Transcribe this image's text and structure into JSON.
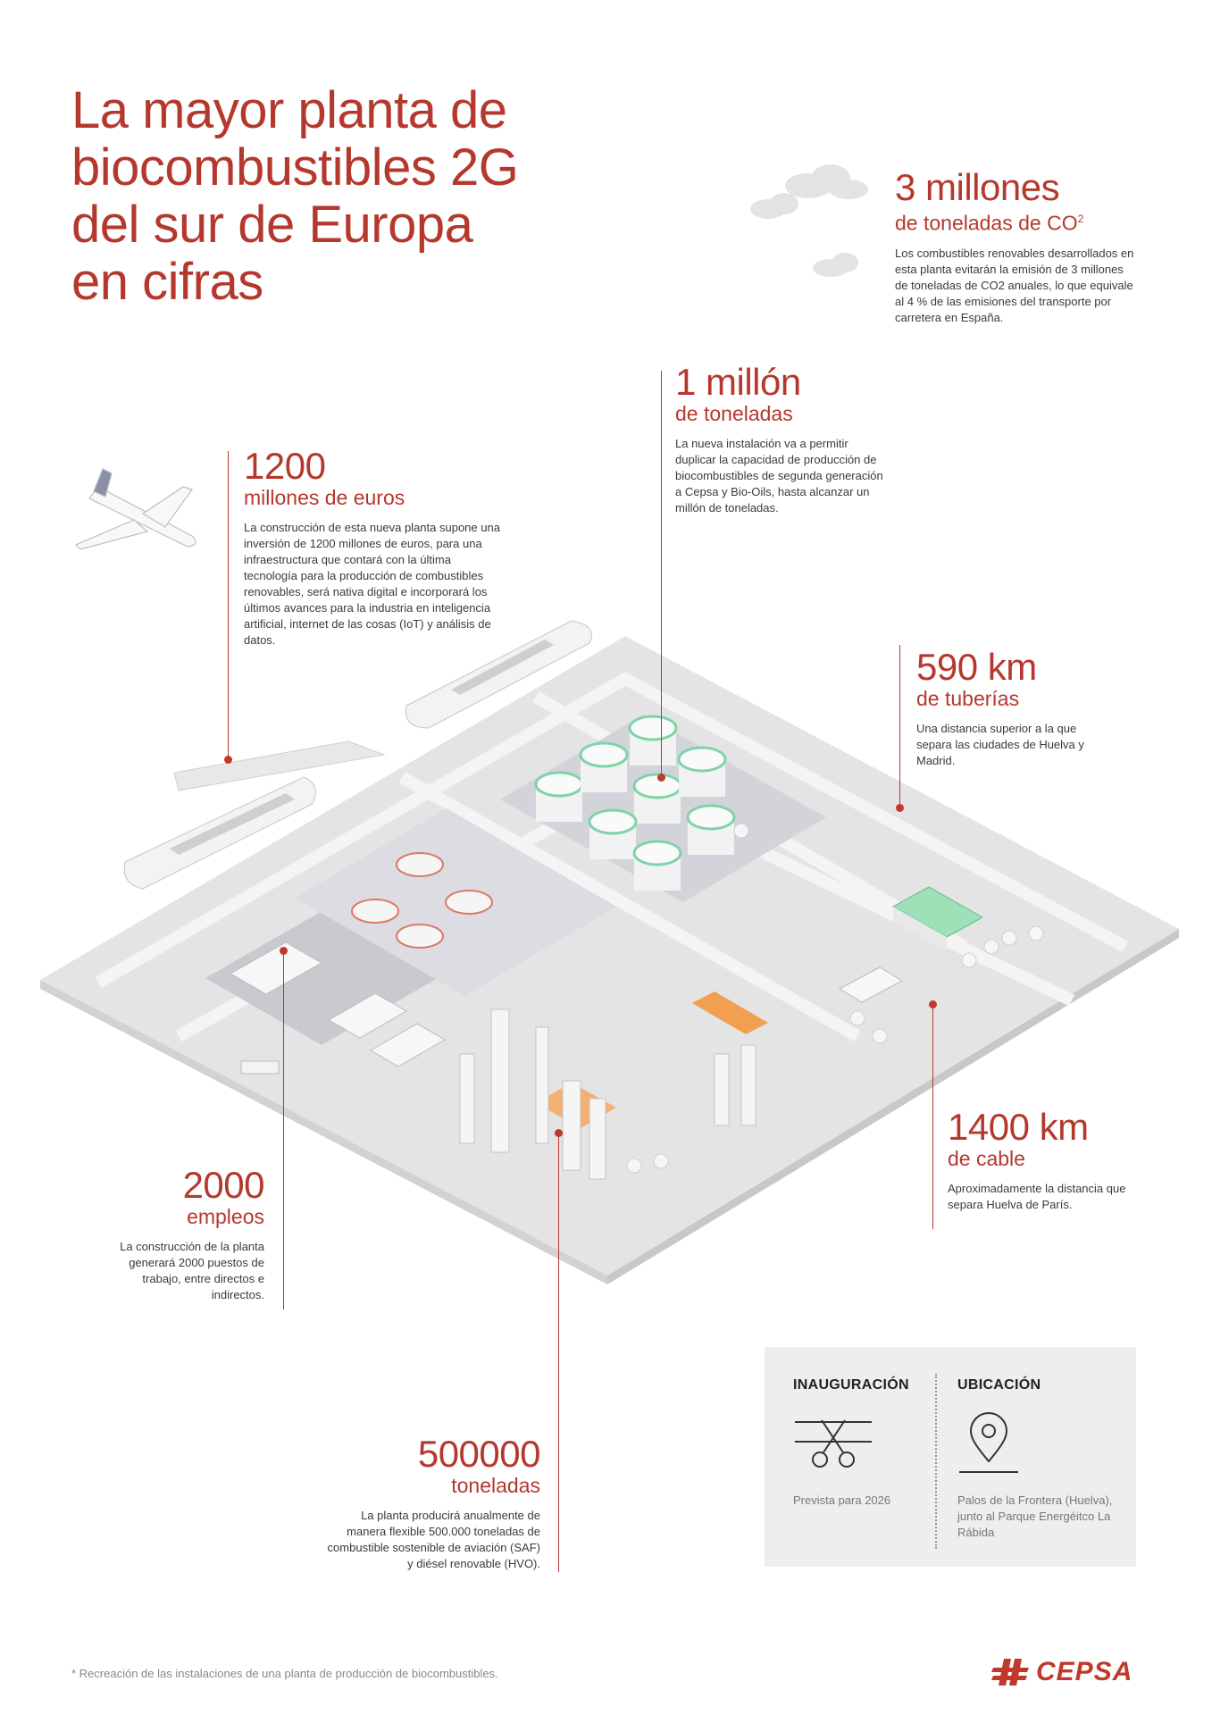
{
  "title": {
    "line1": "La mayor planta de",
    "line2": "biocombustibles 2G",
    "line3": "del sur de Europa",
    "line4": "en cifras"
  },
  "stats": {
    "co2": {
      "value": "3 millones",
      "unit": "de toneladas de CO",
      "unit_sup": "2",
      "desc": "Los combustibles renovables desarrollados en esta planta evitarán la emisión de 3 millones de toneladas de CO2 anuales, lo que equivale al 4 % de las emisiones del transporte por carretera en España."
    },
    "capacity": {
      "value": "1 millón",
      "unit": "de toneladas",
      "desc": "La nueva instalación va a permitir duplicar la capacidad de producción de biocombustibles de segunda generación a Cepsa y Bio-Oils, hasta alcanzar un millón de toneladas."
    },
    "investment": {
      "value": "1200",
      "unit": "millones de euros",
      "desc": "La construcción de esta nueva planta supone una inversión de 1200 millones de euros, para una infraestructura que contará con la última tecnología para la producción de combustibles renovables, será nativa digital e incorporará los últimos avances para la industria en inteligencia artificial, internet de las cosas (IoT) y análisis de datos."
    },
    "pipes": {
      "value": "590 km",
      "unit": "de tuberías",
      "desc": "Una distancia superior a la que separa las ciudades de Huelva y Madrid."
    },
    "cable": {
      "value": "1400 km",
      "unit": "de cable",
      "desc": "Aproximadamente la distancia que separa Huelva de París."
    },
    "jobs": {
      "value": "2000",
      "unit": "empleos",
      "desc": "La construcción de la planta generará 2000 puestos de trabajo, entre directos e indirectos."
    },
    "tons": {
      "value": "500000",
      "unit": "toneladas",
      "desc": "La planta producirá anualmente de manera flexible 500.000 toneladas de combustible sostenible de aviación (SAF) y diésel renovable (HVO)."
    }
  },
  "info": {
    "inauguration_label": "INAUGURACIÓN",
    "inauguration_value": "Prevista para 2026",
    "location_label": "UBICACIÓN",
    "location_value": "Palos de la Frontera (Huelva), junto al Parque Energéitco La Rábida"
  },
  "footnote": "* Recreación de las instalaciones de una planta de producción de biocombustibles.",
  "brand": "CEPSA",
  "colors": {
    "accent": "#b5382d",
    "ground": "#e6e6e6",
    "tank_ring": "#7fd3a8",
    "building_orange": "#f0a050"
  },
  "icons": [
    "cloud-icon",
    "airplane-icon",
    "ship-icon",
    "scissors-icon",
    "location-pin-icon",
    "cepsa-logo-icon"
  ]
}
